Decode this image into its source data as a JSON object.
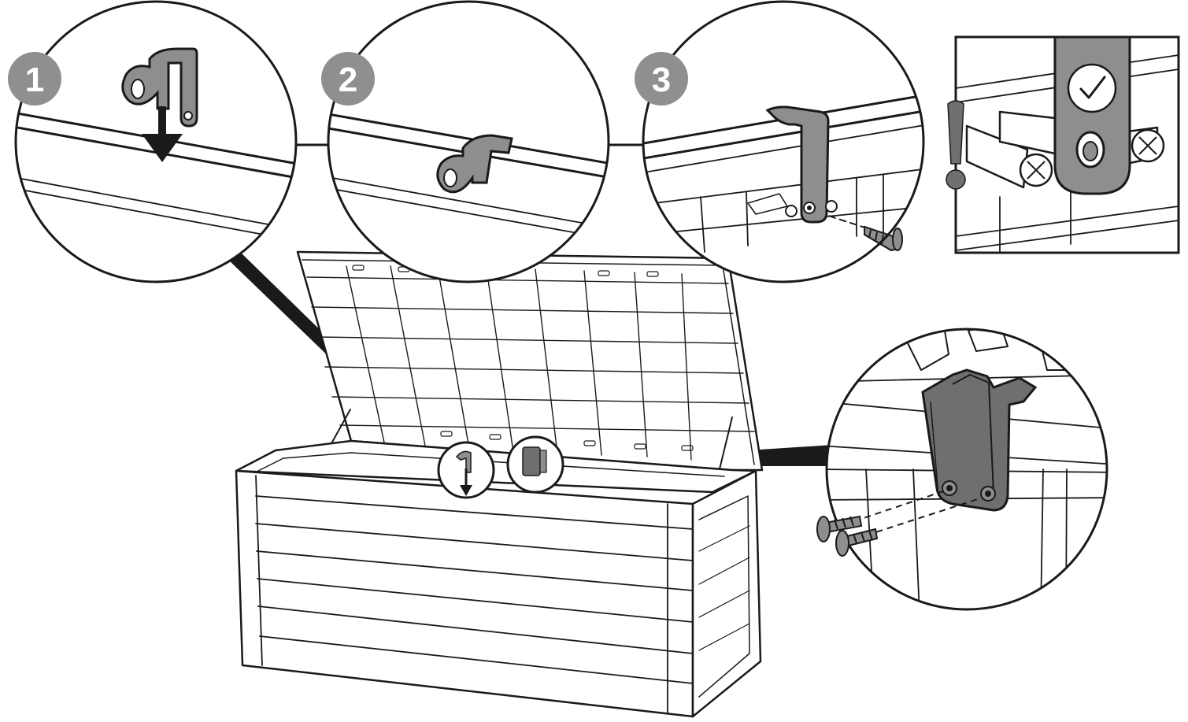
{
  "colors": {
    "outline": "#1a1a1a",
    "badge": "#8f8f8f",
    "part_fill": "#8e8e8e",
    "part_fill_dark": "#6f6f6f",
    "background": "#ffffff"
  },
  "steps": [
    {
      "label": "1"
    },
    {
      "label": "2"
    },
    {
      "label": "3"
    }
  ],
  "icons": {
    "warning": "exclamation-icon",
    "correct": "checkmark-icon",
    "wrong": "crossed-circle-icon"
  }
}
